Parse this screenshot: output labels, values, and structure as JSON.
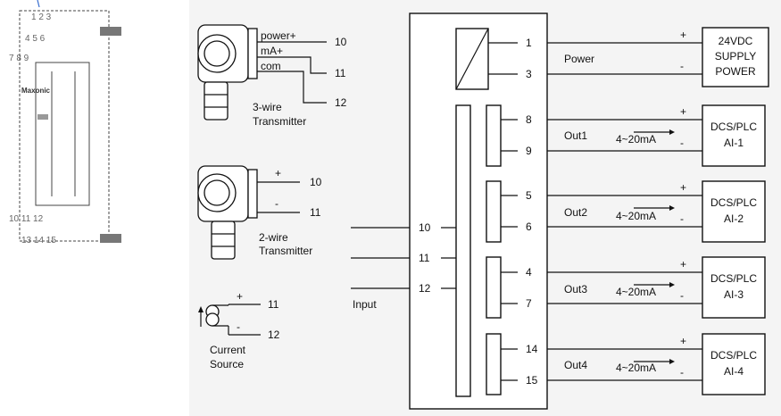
{
  "module_photo": {
    "brand": "Maxonic",
    "top_row_a": "1 2 3",
    "top_row_b": "4 5 6",
    "top_row_c": "7 8 9",
    "bottom_row_a": "10 11 12",
    "bottom_row_b": "13 14 15"
  },
  "transmitter_3wire": {
    "label_1": "3-wire",
    "label_2": "Transmitter",
    "wires": [
      {
        "name": "power+",
        "terminal": "10"
      },
      {
        "name": "mA+",
        "terminal": "11"
      },
      {
        "name": "com",
        "terminal": "12"
      }
    ]
  },
  "transmitter_2wire": {
    "label_1": "2-wire",
    "label_2": "Transmitter",
    "plus": "+",
    "minus": "-",
    "terminal_plus": "10",
    "terminal_minus": "11"
  },
  "current_source": {
    "label_1": "Current",
    "label_2": "Source",
    "plus": "+",
    "minus": "-",
    "terminal_plus": "11",
    "terminal_minus": "12"
  },
  "input": {
    "label": "Input",
    "terminals": [
      "10",
      "11",
      "12"
    ]
  },
  "power": {
    "label": "Power",
    "terminals": [
      "1",
      "3"
    ],
    "plus": "+",
    "minus": "-",
    "supply_lines": [
      "24VDC",
      "SUPPLY",
      "POWER"
    ]
  },
  "outputs": [
    {
      "name": "Out1",
      "signal": "4~20mA",
      "t_top": "8",
      "t_bottom": "9",
      "dest_1": "DCS/PLC",
      "dest_2": "AI-1",
      "plus": "+",
      "minus": "-"
    },
    {
      "name": "Out2",
      "signal": "4~20mA",
      "t_top": "5",
      "t_bottom": "6",
      "dest_1": "DCS/PLC",
      "dest_2": "AI-2",
      "plus": "+",
      "minus": "-"
    },
    {
      "name": "Out3",
      "signal": "4~20mA",
      "t_top": "4",
      "t_bottom": "7",
      "dest_1": "DCS/PLC",
      "dest_2": "AI-3",
      "plus": "+",
      "minus": "-"
    },
    {
      "name": "Out4",
      "signal": "4~20mA",
      "t_top": "14",
      "t_bottom": "15",
      "dest_1": "DCS/PLC",
      "dest_2": "AI-4",
      "plus": "+",
      "minus": "-"
    }
  ]
}
